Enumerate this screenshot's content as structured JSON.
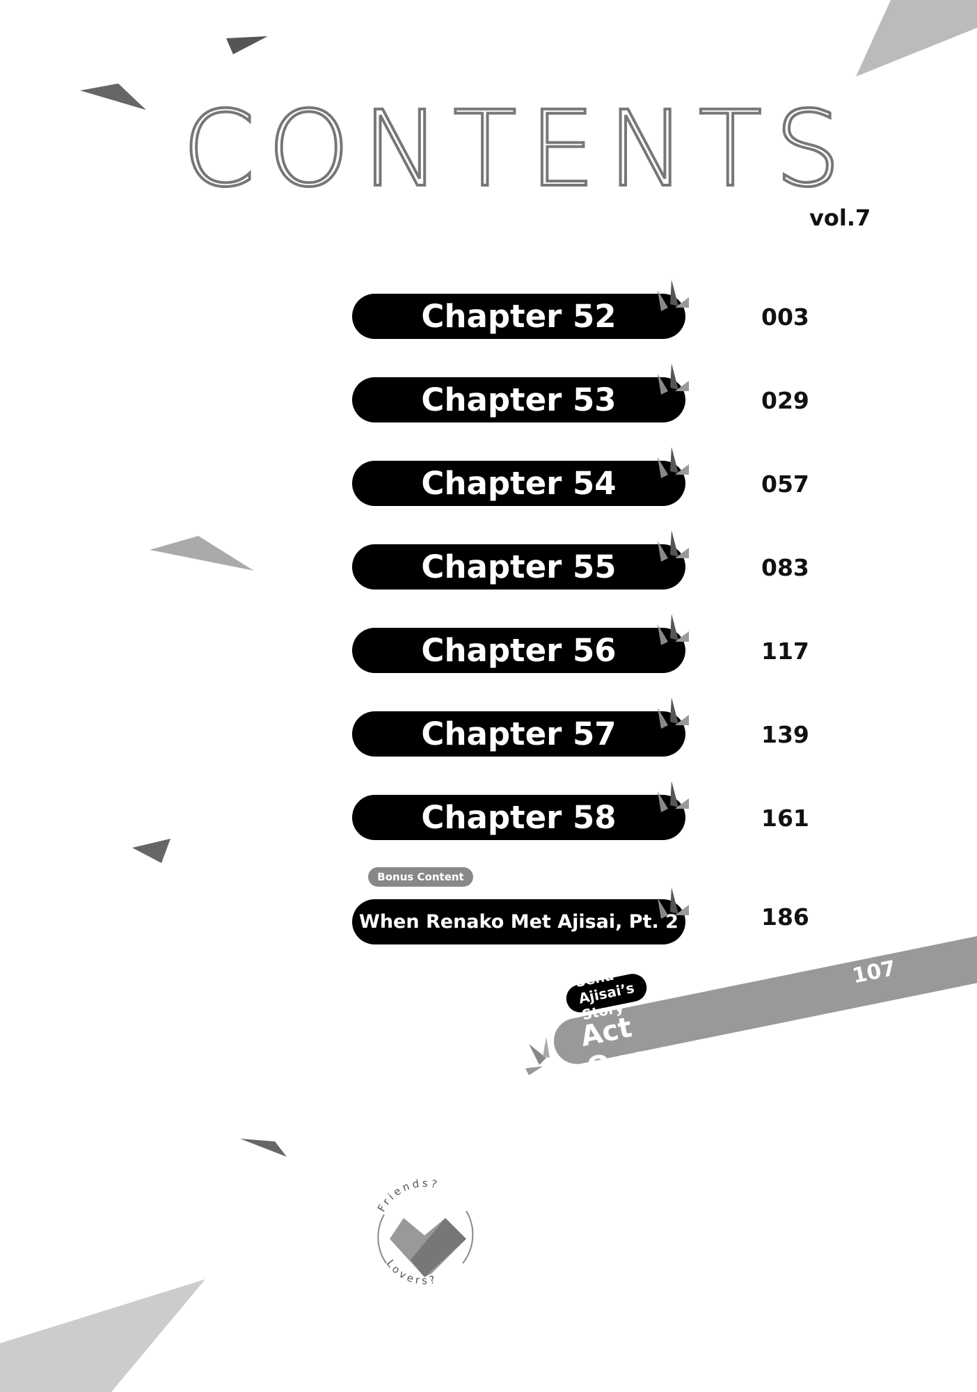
{
  "title": "CONTENTS",
  "volume": "vol.7",
  "chapters": [
    {
      "label": "Chapter 52",
      "page": "003"
    },
    {
      "label": "Chapter 53",
      "page": "029"
    },
    {
      "label": "Chapter 54",
      "page": "057"
    },
    {
      "label": "Chapter 55",
      "page": "083"
    },
    {
      "label": "Chapter 56",
      "page": "117"
    },
    {
      "label": "Chapter 57",
      "page": "139"
    },
    {
      "label": "Chapter 58",
      "page": "161"
    }
  ],
  "bonus": {
    "tag": "Bonus Content",
    "label": "When Renako Met Ajisai, Pt. 2",
    "page": "186"
  },
  "side_story": {
    "tag": "Sena Ajisai’s Story",
    "label": "Act One",
    "page": "107"
  },
  "logo": {
    "top": "Friends?",
    "bottom": "Lovers?"
  }
}
